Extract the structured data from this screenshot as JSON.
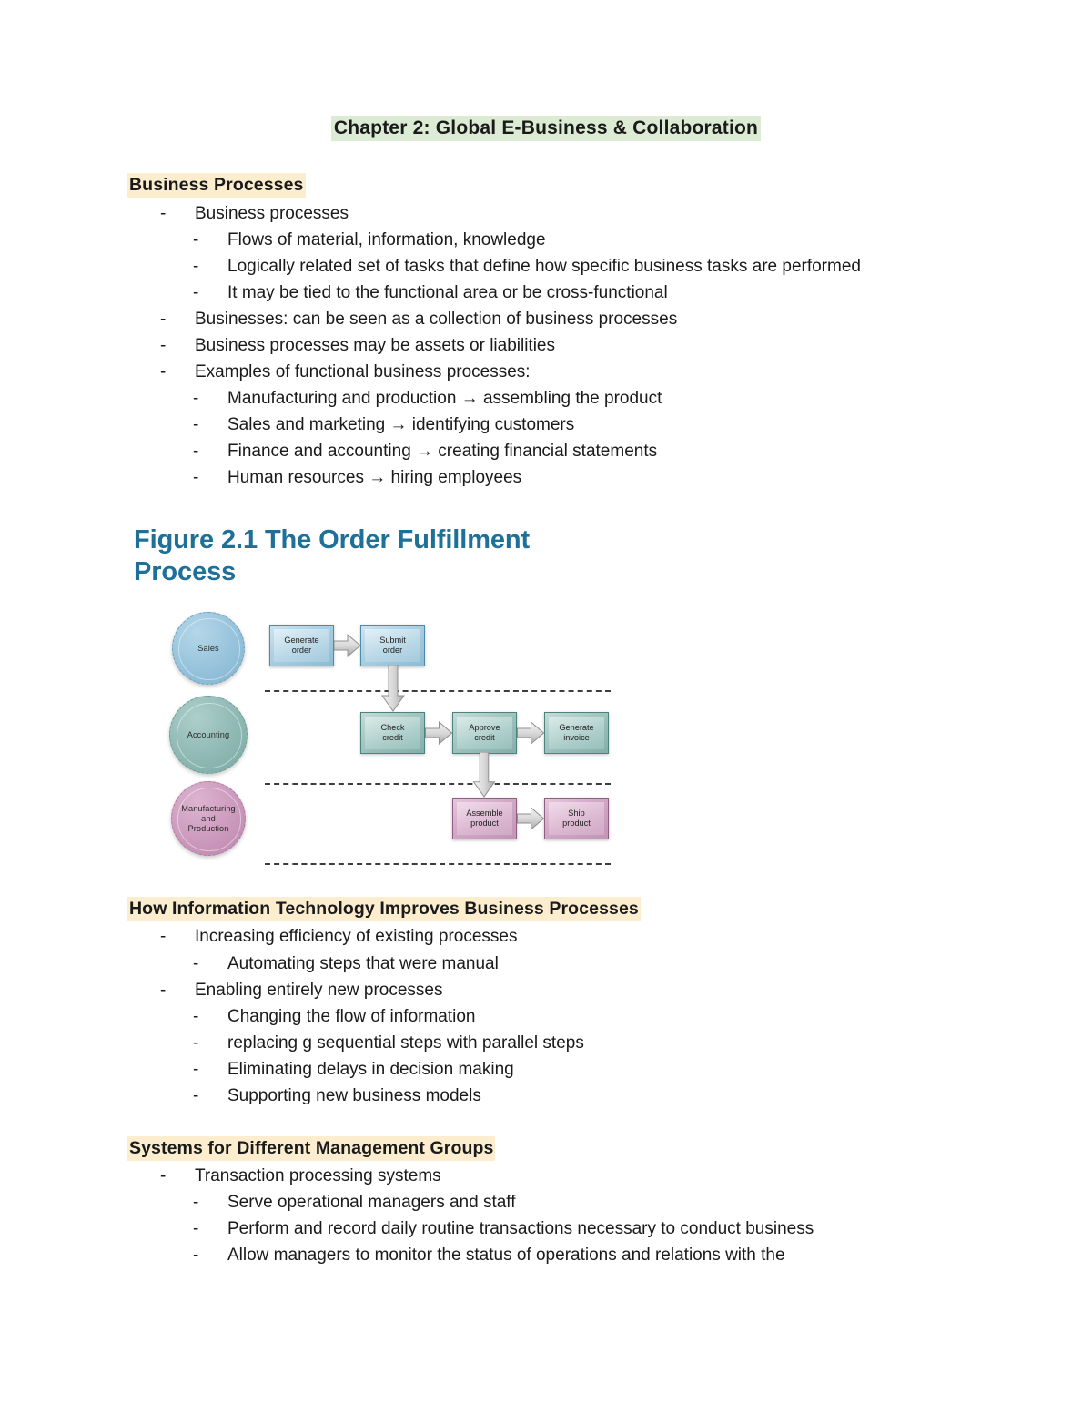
{
  "document": {
    "title": "Chapter 2: Global E-Business & Collaboration",
    "title_highlight_color": "#dcebd3",
    "heading_highlight_color": "#fcedcf"
  },
  "sections": [
    {
      "heading": "Business Processes",
      "bullets": {
        "b1": "Business processes",
        "b1s1": "Flows of material, information, knowledge",
        "b1s2": "Logically related set of tasks that define how specific business tasks are performed",
        "b1s3": "It may be tied to the functional area or be cross-functional",
        "b2": "Businesses: can be seen as a collection of business processes",
        "b3": "Business processes may be assets or liabilities",
        "b4": "Examples of functional business processes:",
        "b4s1": "Manufacturing and production → assembling the product",
        "b4s2": "Sales and marketing → identifying customers",
        "b4s3": "Finance and accounting → creating financial statements",
        "b4s4": "Human resources → hiring employees"
      }
    },
    {
      "heading": "How Information Technology Improves Business Processes",
      "bullets": {
        "b1": "Increasing efficiency of existing processes",
        "b1s1": "Automating steps that were manual",
        "b2": "Enabling entirely new processes",
        "b2s1": "Changing the flow of information",
        "b2s2": "replacing g sequential steps with parallel steps",
        "b2s3": "Eliminating delays in decision making",
        "b2s4": "Supporting new business models"
      }
    },
    {
      "heading": "Systems for Different Management Groups",
      "bullets": {
        "b1": "Transaction processing systems",
        "b1s1": "Serve operational managers and staff",
        "b1s2": "Perform and record daily routine transactions necessary to conduct business",
        "b1s3": "Allow managers to monitor the status of operations and relations with the"
      }
    }
  ],
  "figure": {
    "title": "Figure 2.1 The Order Fulfillment Process",
    "title_color": "#1f7099",
    "lanes": [
      {
        "name": "Sales",
        "color": "#9cc6de"
      },
      {
        "name": "Accounting",
        "color": "#94bcb8"
      },
      {
        "name": "Manufacturing and Production",
        "color": "#cf9ec0"
      }
    ],
    "lane_labels": {
      "sales": "Sales",
      "accounting": "Accounting",
      "manufacturing_line1": "Manufacturing",
      "manufacturing_line2": "and",
      "manufacturing_line3": "Production"
    },
    "steps": {
      "generate_order_l1": "Generate",
      "generate_order_l2": "order",
      "submit_order_l1": "Submit",
      "submit_order_l2": "order",
      "check_credit_l1": "Check",
      "check_credit_l2": "credit",
      "approve_credit_l1": "Approve",
      "approve_credit_l2": "credit",
      "generate_invoice_l1": "Generate",
      "generate_invoice_l2": "invoice",
      "assemble_product_l1": "Assemble",
      "assemble_product_l2": "product",
      "ship_product_l1": "Ship",
      "ship_product_l2": "product"
    }
  }
}
